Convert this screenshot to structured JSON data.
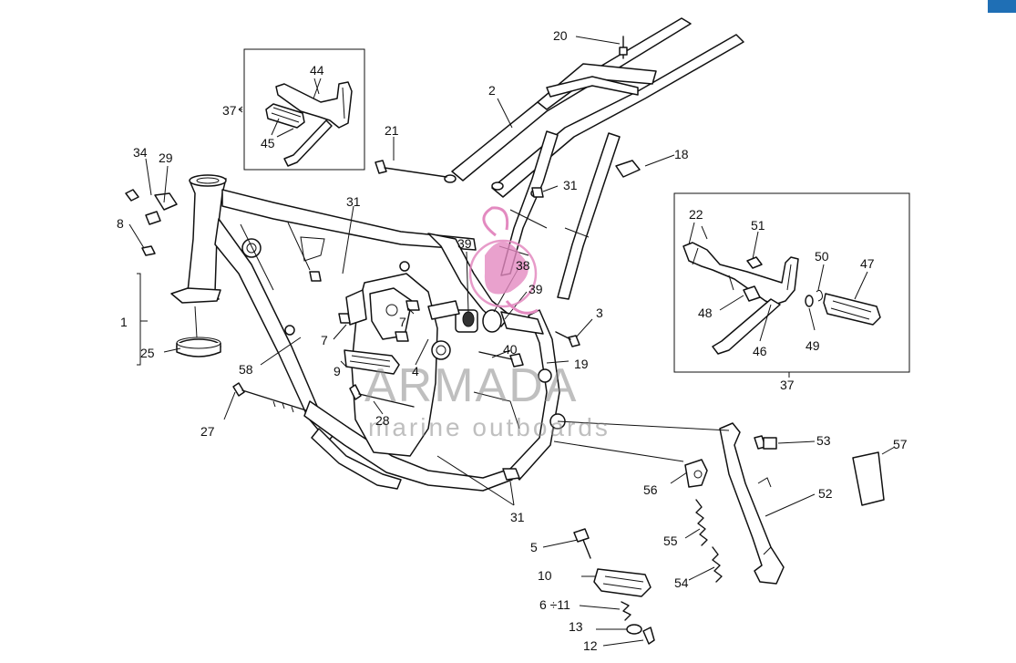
{
  "diagram": {
    "labels": [
      "1",
      "2",
      "3",
      "4",
      "5",
      "6 ÷11",
      "7",
      "7",
      "8",
      "9",
      "10",
      "12",
      "13",
      "18",
      "19",
      "20",
      "21",
      "22",
      "25",
      "27",
      "28",
      "29",
      "31",
      "31",
      "31",
      "31",
      "34",
      "37",
      "37",
      "37",
      "38",
      "39",
      "39",
      "40",
      "44",
      "45",
      "46",
      "47",
      "48",
      "49",
      "50",
      "51",
      "52",
      "53",
      "54",
      "55",
      "56",
      "57",
      "58"
    ]
  },
  "watermark": {
    "brand": "ARMADA",
    "tagline": "marine outboards"
  },
  "colors": {
    "line": "#111111",
    "watermark_text": "#8a8a8a",
    "watermark_logo": "#e38ac0",
    "corner_button": "#1f6fb5"
  }
}
